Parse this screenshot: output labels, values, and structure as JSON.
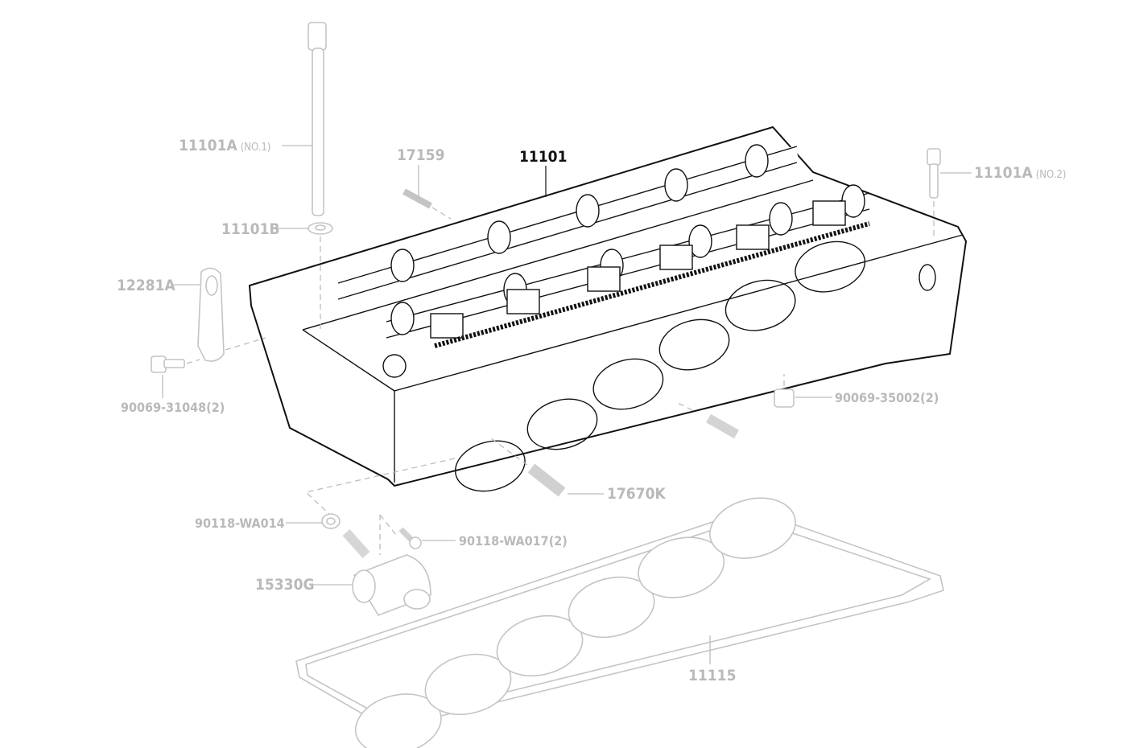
{
  "diagram": {
    "title": "Cylinder head parts illustration",
    "callouts": {
      "c11101a_no1": {
        "code": "11101A",
        "note": "(NO.1)"
      },
      "c17159": {
        "code": "17159"
      },
      "c11101": {
        "code": "11101"
      },
      "c11101a_no2": {
        "code": "11101A",
        "note": "(NO.2)"
      },
      "c11101b": {
        "code": "11101B"
      },
      "c12281a": {
        "code": "12281A"
      },
      "c90069_31048": {
        "code": "90069-31048(2)"
      },
      "c90069_35002": {
        "code": "90069-35002(2)"
      },
      "c17670k": {
        "code": "17670K"
      },
      "c90118_wa014": {
        "code": "90118-WA014"
      },
      "c90118_wa017": {
        "code": "90118-WA017(2)"
      },
      "c15330g": {
        "code": "15330G"
      },
      "c11115": {
        "code": "11115"
      }
    },
    "colors": {
      "highlight": "#111111",
      "dimmed": "#b9b9b9"
    }
  }
}
